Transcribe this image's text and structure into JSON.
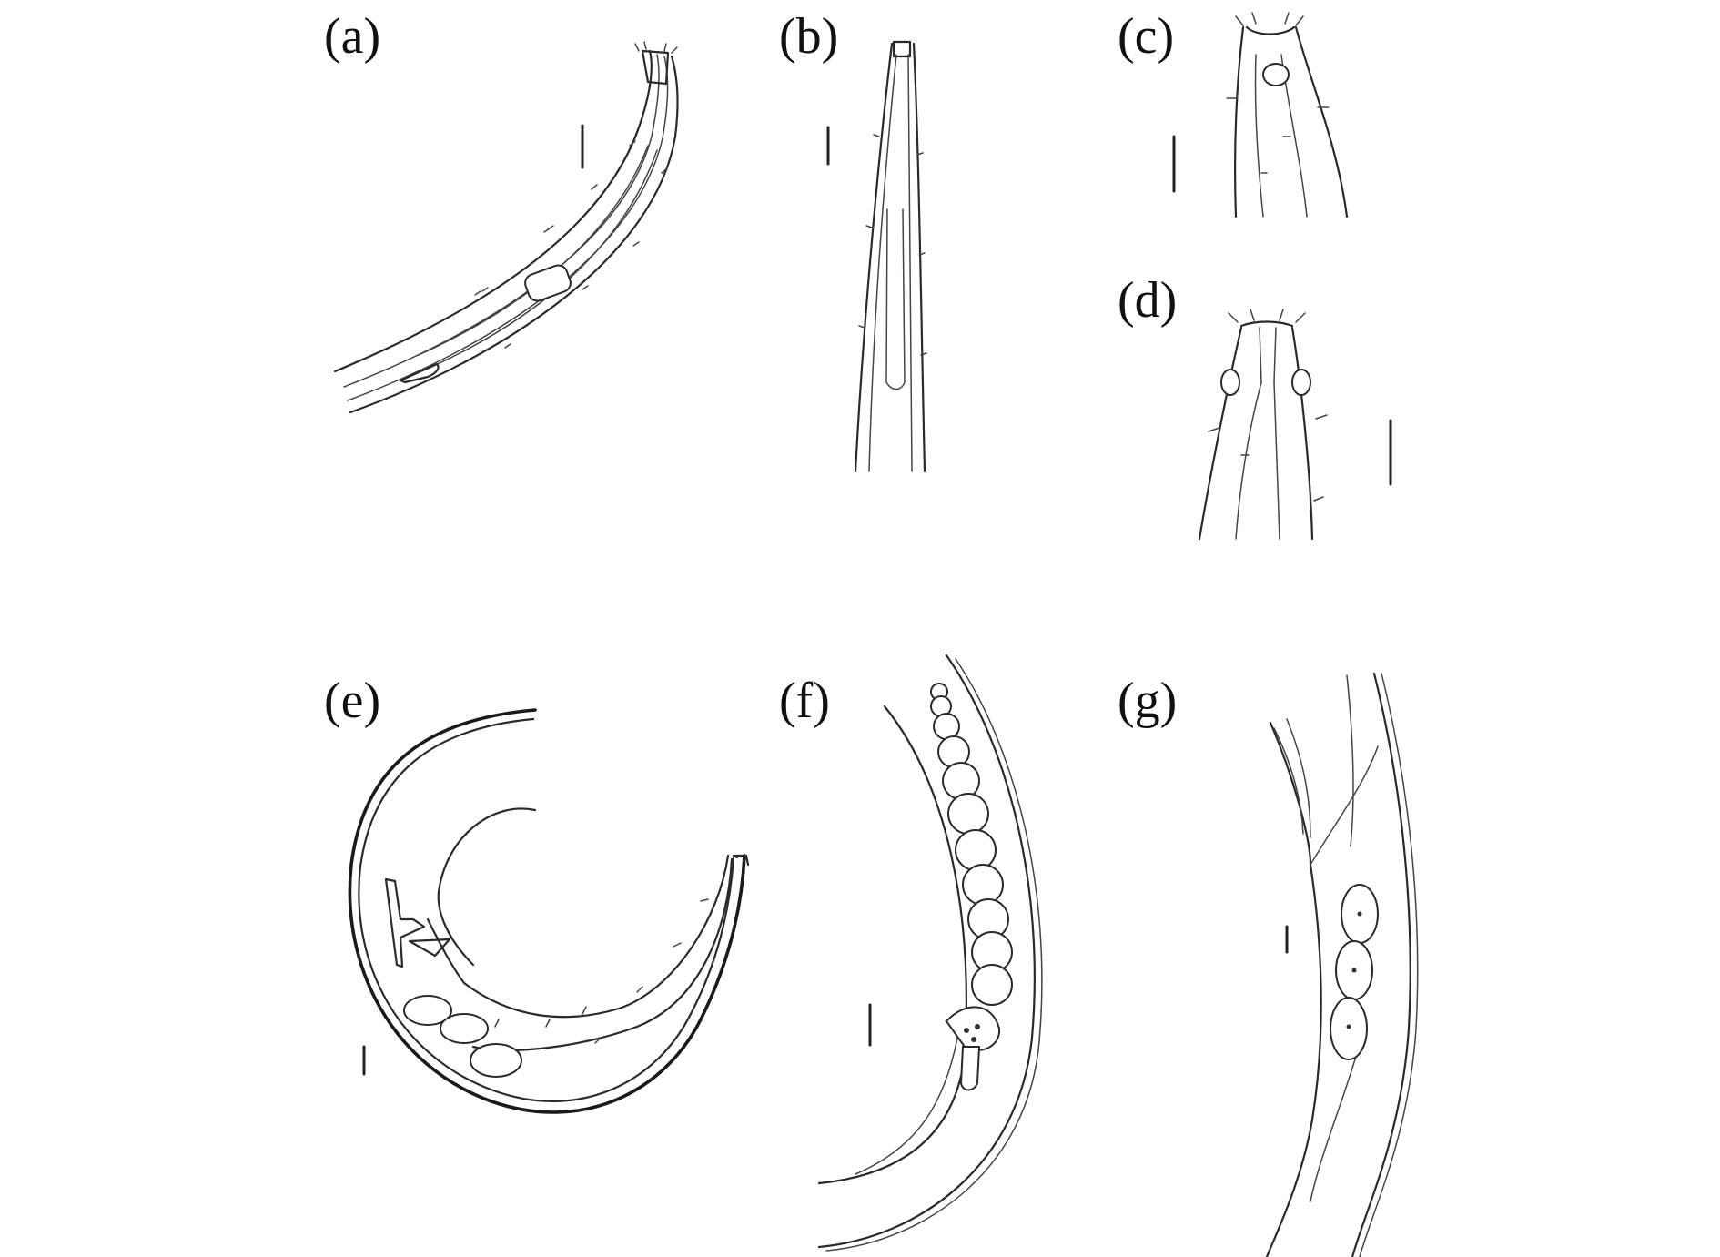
{
  "figure": {
    "panels": [
      {
        "id": "a",
        "label": "(a)"
      },
      {
        "id": "b",
        "label": "(b)"
      },
      {
        "id": "c",
        "label": "(c)"
      },
      {
        "id": "d",
        "label": "(d)"
      },
      {
        "id": "e",
        "label": "(e)"
      },
      {
        "id": "f",
        "label": "(f)"
      },
      {
        "id": "g",
        "label": "(g)"
      }
    ]
  }
}
